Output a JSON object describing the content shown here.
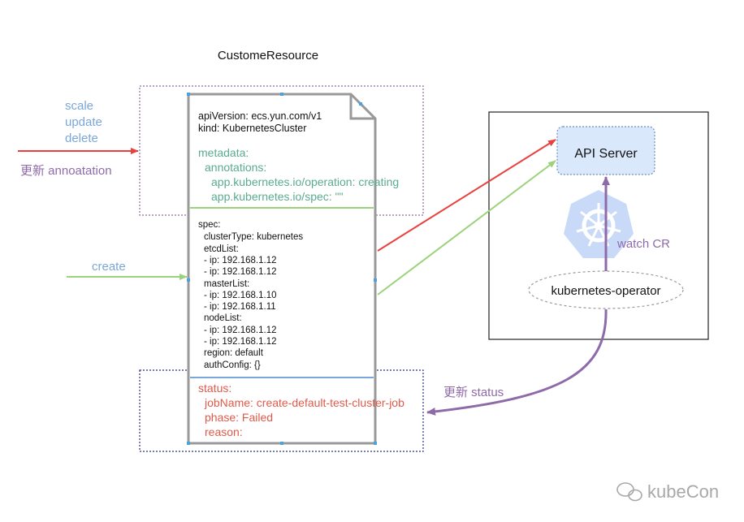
{
  "title": "CustomeResource",
  "left_ops": {
    "items": [
      "scale",
      "update",
      "delete"
    ],
    "annotation_label": "更新 annoatation",
    "create_label": "create"
  },
  "doc": {
    "header": [
      "apiVersion: ecs.yun.com/v1",
      "kind: KubernetesCluster"
    ],
    "metadata": [
      "metadata:",
      "annotations:",
      "app.kubernetes.io/operation: creating",
      "app.kubernetes.io/spec: \"\""
    ],
    "spec": [
      "spec:",
      "clusterType: kubernetes",
      "etcdList:",
      "- ip: 192.168.1.12",
      "- ip: 192.168.1.12",
      "masterList:",
      "- ip: 192.168.1.10",
      "- ip: 192.168.1.11",
      "nodeList:",
      "- ip: 192.168.1.12",
      "- ip: 192.168.1.12",
      "region: default",
      "authConfig: {}"
    ],
    "status": [
      "status:",
      "jobName: create-default-test-cluster-job",
      "phase: Failed",
      "reason:"
    ]
  },
  "cluster": {
    "api_server": "API Server",
    "watch_label": "watch CR",
    "operator": "kubernetes-operator",
    "status_update_label": "更新 status"
  },
  "watermark": "kubeCon",
  "colors": {
    "red": "#e8413e",
    "green": "#9bd27a",
    "purple": "#8e6aa9",
    "blue_text": "#7aa7d9",
    "teal_text": "#5aab91",
    "status_text": "#e05a4a",
    "api_fill": "#dae8fc",
    "api_stroke": "#6c8ebf",
    "k8s_blue": "#326ce5"
  }
}
